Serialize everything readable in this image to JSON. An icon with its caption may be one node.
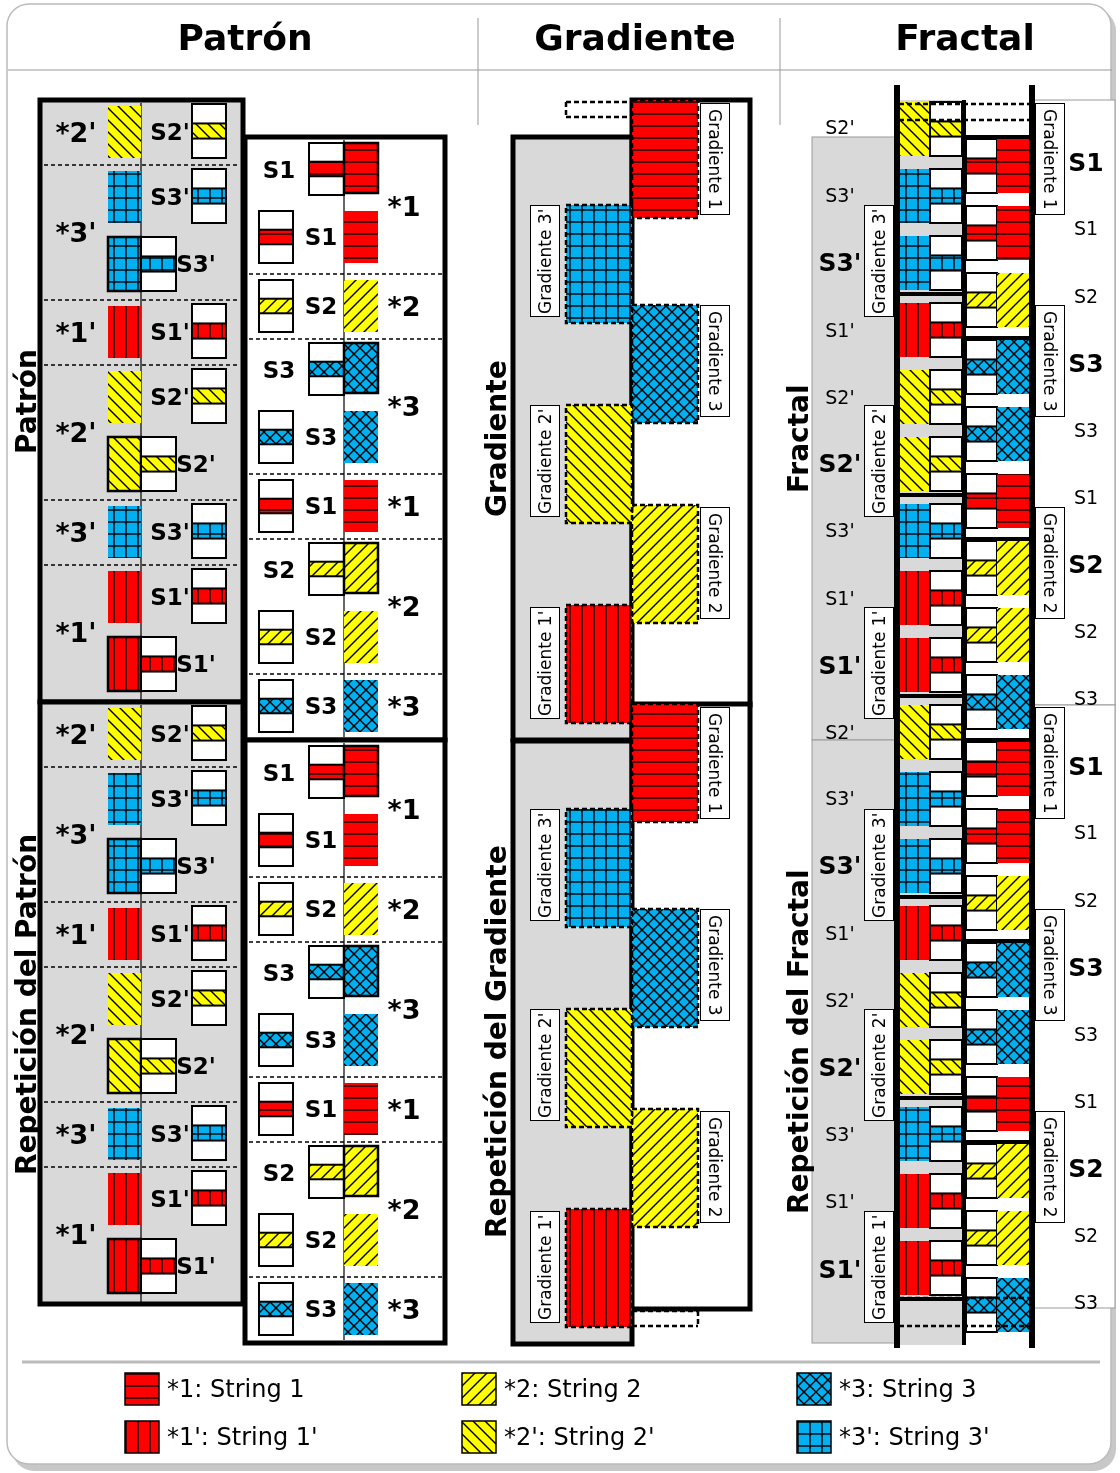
{
  "diagram": {
    "nodes": [
      {
        "text": [
          "Gradiente 1"
        ]
      },
      {
        "text": [
          "Gradiente 3'"
        ]
      },
      {
        "text": [
          "Gradiente 3"
        ]
      },
      {
        "text": [
          "Gradiente 2'"
        ]
      },
      {
        "text": [
          "Gradiente 2"
        ]
      },
      {
        "text": [
          "Gradiente 1'"
        ]
      },
      {
        "text": [
          "Gradiente 1"
        ]
      },
      {
        "text": [
          "Gradiente 3'"
        ]
      },
      {
        "text": [
          "Gradiente 3"
        ]
      },
      {
        "text": [
          "Gradiente 2'"
        ]
      },
      {
        "text": [
          "Gradiente 2"
        ]
      },
      {
        "text": [
          "Gradiente 1'"
        ]
      },
      {
        "text": [
          "Gradiente 1"
        ]
      },
      {
        "text": [
          "Gradiente 3'"
        ]
      },
      {
        "text": [
          "Gradiente 3"
        ]
      },
      {
        "text": [
          "Gradiente 2'"
        ]
      },
      {
        "text": [
          "Gradiente 2"
        ]
      },
      {
        "text": [
          "Gradiente 1'"
        ]
      },
      {
        "text": [
          "Gradiente 1"
        ]
      },
      {
        "text": [
          "Gradiente 3'"
        ]
      },
      {
        "text": [
          "Gradiente 3"
        ]
      },
      {
        "text": [
          "Gradiente 2'"
        ]
      },
      {
        "text": [
          "Gradiente 2"
        ]
      },
      {
        "text": [
          "Gradiente 1'"
        ]
      }
    ],
    "labels": [
      "Patrón",
      "Gradiente",
      "Fractal",
      "Patrón",
      "*2'",
      "S2'",
      "*3'",
      "S3'",
      "S3'",
      "*1'",
      "S1'",
      "*2'",
      "S2'",
      "S2'",
      "*3'",
      "S3'",
      "*1'",
      "S1'",
      "S1'",
      "S1",
      "*1",
      "S1",
      "S2",
      "*2",
      "S3",
      "*3",
      "S3",
      "S1",
      "*1",
      "S2",
      "*2",
      "S2",
      "S3",
      "*3",
      "Repetición del Patrón",
      "*2'",
      "S2'",
      "*3'",
      "S3'",
      "S3'",
      "*1'",
      "S1'",
      "*2'",
      "S2'",
      "S2'",
      "*3'",
      "S3'",
      "*1'",
      "S1'",
      "S1'",
      "S1",
      "*1",
      "S1",
      "S2",
      "*2",
      "S3",
      "*3",
      "S3",
      "S1",
      "*1",
      "S2",
      "*2",
      "S2",
      "S3",
      "*3",
      "Gradiente",
      "Repetición del Gradiente",
      "Fractal",
      "S2'",
      "S3'",
      "S3'",
      "S1'",
      "S2'",
      "S2'",
      "S3'",
      "S1'",
      "S1'",
      "S2'",
      "S1",
      "S1",
      "S2",
      "S3",
      "S3",
      "S1",
      "S2",
      "S2",
      "S3",
      "Repetición del Fractal",
      "S3'",
      "S3'",
      "S1'",
      "S2'",
      "S2'",
      "S3'",
      "S1'",
      "S1'",
      "S1",
      "S1",
      "S2",
      "S3",
      "S3",
      "S1",
      "S2",
      "S2",
      "S3"
    ],
    "legend": [
      {
        "text": "*1: String 1"
      },
      {
        "text": "*2: String 2"
      },
      {
        "text": "*3: String 3"
      },
      {
        "text": "*1': String 1'"
      },
      {
        "text": "*2': String 2'"
      },
      {
        "text": "*3': String 3'"
      }
    ]
  }
}
